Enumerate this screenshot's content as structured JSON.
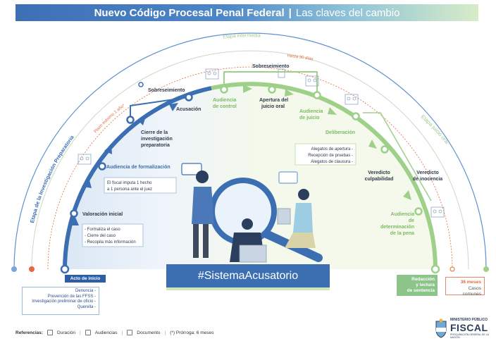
{
  "banner": {
    "title": "Nuevo Código Procesal Penal Federal",
    "separator": "|",
    "subtitle": "Las claves del cambio"
  },
  "arcs": {
    "etapa_intermedia": "Etapa intermedia",
    "hasta_30_dias": "Hasta 30 días",
    "plazo_maximo": "Plazo máximo 1 año*",
    "etapa_investigacion": "Etapa de la Investigación Preparatoria",
    "etapa_juicio": "Etapa juicio oral"
  },
  "nodes": {
    "sobreseimiento_left": "Sobreseimiento",
    "sobreseimiento_top": "Sobreseimiento",
    "acusacion": "Acusación",
    "audiencia_control": [
      "Audiencia",
      "de control"
    ],
    "apertura": [
      "Apertura del",
      "juicio oral"
    ],
    "audiencia_juicio": [
      "Audiencia",
      "de juicio"
    ],
    "cierre": [
      "Cierre de la",
      "investigación",
      "preparatoria"
    ],
    "audiencia_formalizacion": "Audiencia de formalización",
    "fiscal_imputa": [
      "El fiscal imputa 1 hecho",
      "a 1 persona ante el juez"
    ],
    "valoracion": "Valoración inicial",
    "valoracion_items": [
      "- Formaliza el caso",
      "- Cierre del caso",
      "- Recopila más información"
    ],
    "deliberacion": "Deliberación",
    "alegatos": [
      "Alegatos de apertura -",
      "Recepción de pruebas -",
      "Alegatos de clausura -"
    ],
    "veredicto_culp": [
      "Veredicto",
      "culpabilidad"
    ],
    "veredicto_inoc": [
      "Veredicto",
      "de inocencia"
    ],
    "audiencia_pena": [
      "Audiencia",
      "de",
      "determinación",
      "de la pena"
    ]
  },
  "hashtag": "#SistemaAcusatorio",
  "acto": {
    "label": "Acto de inicio",
    "items": [
      "Denuncia -",
      "Prevención de las FFSS -",
      "Investigación preliminar de oficio -",
      "Querella -"
    ]
  },
  "redaccion": [
    "Redacción",
    "y lectura",
    "de sentencia"
  ],
  "meses": {
    "value": "36 meses",
    "label": "Casos comunes"
  },
  "refs": {
    "title": "Referencias:",
    "duracion": "Duración",
    "audiencias": "Audiencias",
    "documento": "Documento",
    "prorroga": "(*) Prórroga: 6 meses"
  },
  "logo": {
    "line1": "MINISTERIO PÚBLICO",
    "line2": "FISCAL",
    "line3": "PROCURACIÓN GENERAL DE LA NACIÓN"
  },
  "colors": {
    "blue": "#3b6fb2",
    "green": "#9fd08a",
    "orange": "#e26a3c"
  }
}
